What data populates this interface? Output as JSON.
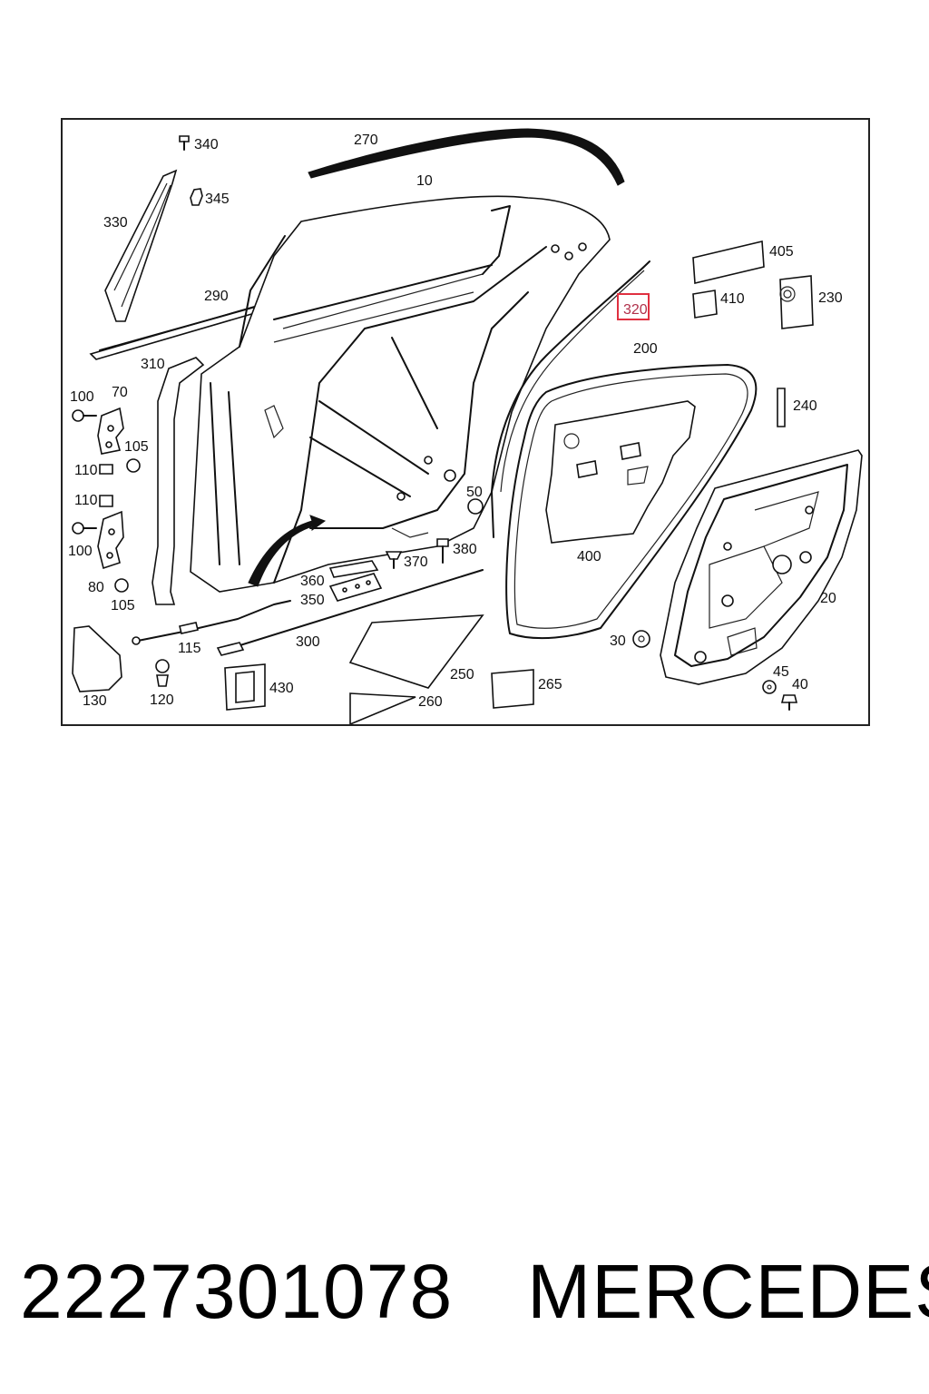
{
  "diagram": {
    "callouts": [
      {
        "id": "340",
        "text": "340"
      },
      {
        "id": "270",
        "text": "270"
      },
      {
        "id": "345",
        "text": "345"
      },
      {
        "id": "330",
        "text": "330"
      },
      {
        "id": "10",
        "text": "10"
      },
      {
        "id": "405",
        "text": "405"
      },
      {
        "id": "290",
        "text": "290"
      },
      {
        "id": "410",
        "text": "410"
      },
      {
        "id": "230",
        "text": "230"
      },
      {
        "id": "320",
        "text": "320",
        "highlighted": true
      },
      {
        "id": "310",
        "text": "310"
      },
      {
        "id": "200",
        "text": "200"
      },
      {
        "id": "100a",
        "text": "100"
      },
      {
        "id": "70",
        "text": "70"
      },
      {
        "id": "240",
        "text": "240"
      },
      {
        "id": "105a",
        "text": "105"
      },
      {
        "id": "110a",
        "text": "110"
      },
      {
        "id": "110b",
        "text": "110"
      },
      {
        "id": "50",
        "text": "50"
      },
      {
        "id": "100b",
        "text": "100"
      },
      {
        "id": "380",
        "text": "380"
      },
      {
        "id": "370",
        "text": "370"
      },
      {
        "id": "400",
        "text": "400"
      },
      {
        "id": "80",
        "text": "80"
      },
      {
        "id": "360",
        "text": "360"
      },
      {
        "id": "350",
        "text": "350"
      },
      {
        "id": "105b",
        "text": "105"
      },
      {
        "id": "20",
        "text": "20"
      },
      {
        "id": "115",
        "text": "115"
      },
      {
        "id": "300",
        "text": "300"
      },
      {
        "id": "30",
        "text": "30"
      },
      {
        "id": "250",
        "text": "250"
      },
      {
        "id": "45",
        "text": "45"
      },
      {
        "id": "130",
        "text": "130"
      },
      {
        "id": "120",
        "text": "120"
      },
      {
        "id": "430",
        "text": "430"
      },
      {
        "id": "265",
        "text": "265"
      },
      {
        "id": "40",
        "text": "40"
      },
      {
        "id": "260",
        "text": "260"
      }
    ],
    "highlight_color": "#e03040"
  },
  "caption": {
    "part_number": "2227301078",
    "brand": "MERCEDES"
  }
}
